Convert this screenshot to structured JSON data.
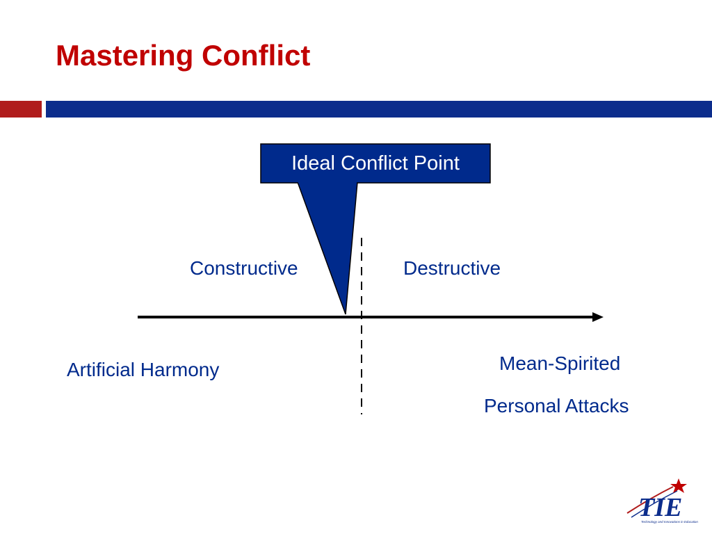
{
  "slide": {
    "title": "Mastering Conflict"
  },
  "diagram": {
    "callout_label": "Ideal Conflict Point",
    "left_zone_label": "Constructive",
    "right_zone_label": "Destructive",
    "left_extreme_label": "Artificial Harmony",
    "right_extreme_labels": [
      "Mean-Spirited",
      "Personal Attacks"
    ]
  },
  "logo": {
    "text": "TIE",
    "tagline": "Technology and Innovations in Education"
  },
  "colors": {
    "title": "#c00000",
    "accent_red": "#b01c1c",
    "accent_blue": "#0c2d8c",
    "label_blue": "#002a8c",
    "callout_fill": "#002a8c"
  }
}
